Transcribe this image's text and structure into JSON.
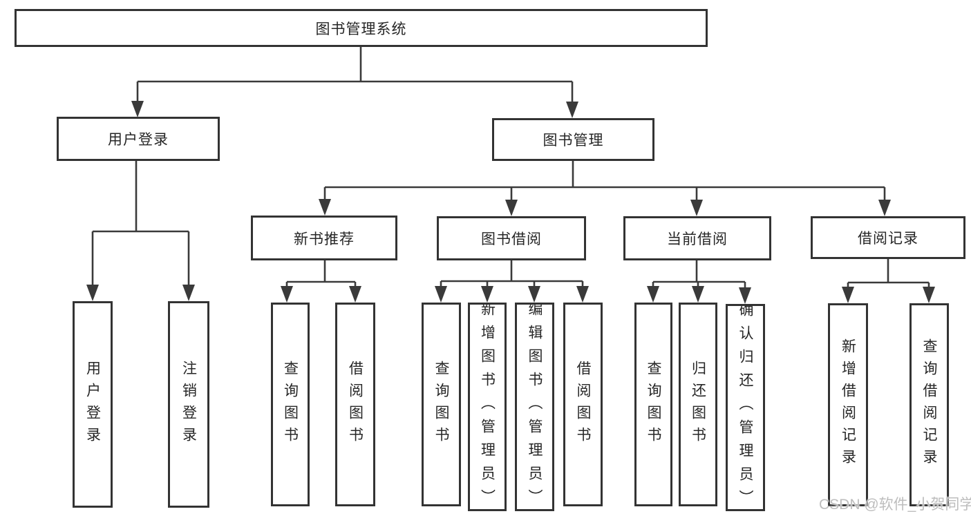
{
  "diagram": {
    "root": {
      "label": "图书管理系统"
    },
    "branches": [
      {
        "label": "用户登录",
        "children": [
          {
            "label": "用户登录"
          },
          {
            "label": "注销登录"
          }
        ]
      },
      {
        "label": "图书管理",
        "children": [
          {
            "label": "新书推荐",
            "children": [
              {
                "label": "查询图书"
              },
              {
                "label": "借阅图书"
              }
            ]
          },
          {
            "label": "图书借阅",
            "children": [
              {
                "label": "查询图书"
              },
              {
                "label": "新增图书（管理员）"
              },
              {
                "label": "编辑图书（管理员）"
              },
              {
                "label": "借阅图书"
              }
            ]
          },
          {
            "label": "当前借阅",
            "children": [
              {
                "label": "查询图书"
              },
              {
                "label": "归还图书"
              },
              {
                "label": "确认归还（管理员）"
              }
            ]
          },
          {
            "label": "借阅记录",
            "children": [
              {
                "label": "新增借阅记录"
              },
              {
                "label": "查询借阅记录"
              }
            ]
          }
        ]
      }
    ]
  },
  "watermark": {
    "text": "CSDN @软件_小贺同学"
  },
  "colors": {
    "line": "#3a3a3a",
    "border": "#333333",
    "text": "#262626",
    "watermark": "#bdbdbd",
    "background": "#ffffff"
  }
}
